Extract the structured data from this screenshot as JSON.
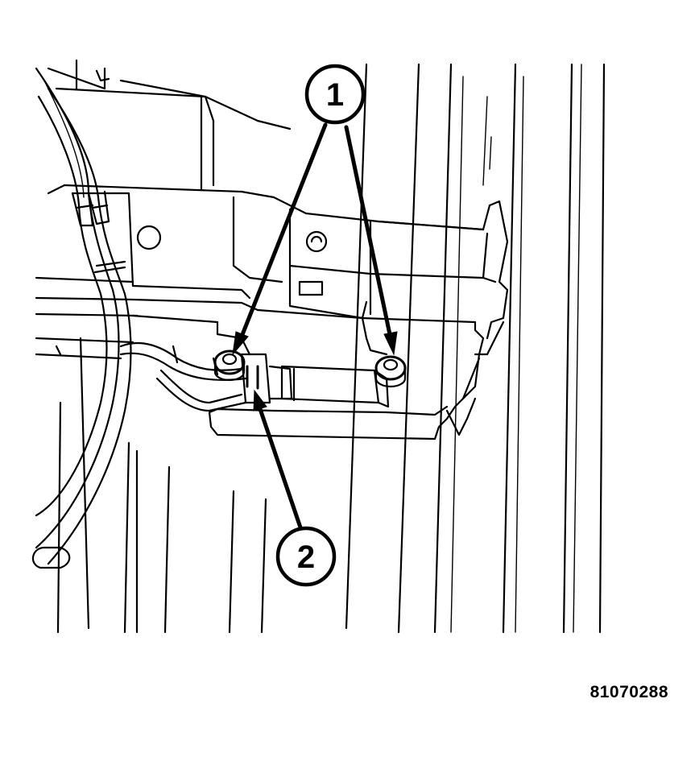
{
  "callouts": [
    {
      "id": "1",
      "label": "1"
    },
    {
      "id": "2",
      "label": "2"
    }
  ],
  "figure_number": "81070288",
  "colors": {
    "line": "#000000",
    "background": "#ffffff"
  }
}
